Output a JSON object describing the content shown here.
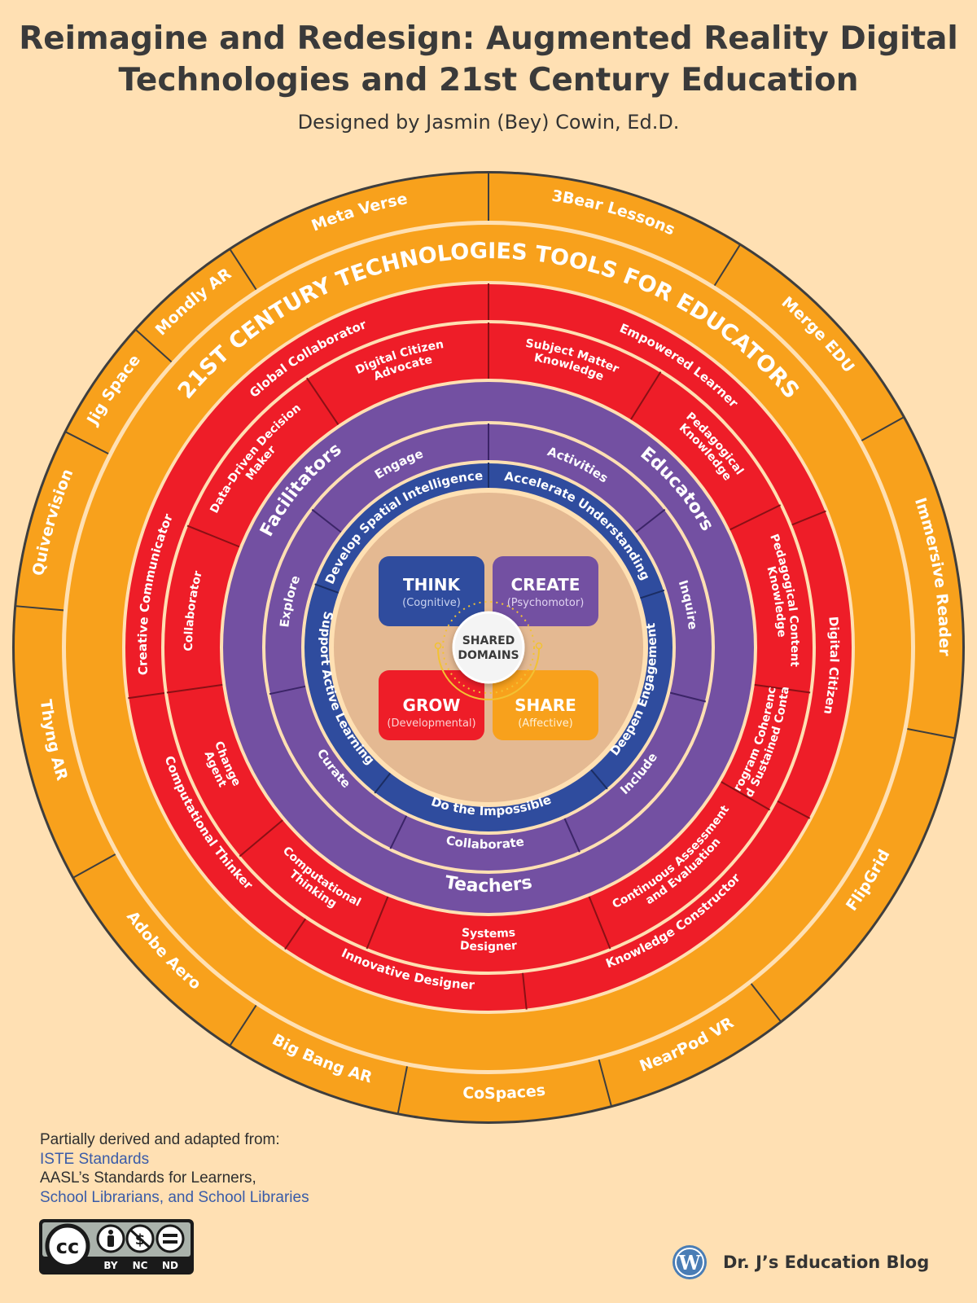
{
  "title": "Reimagine and Redesign: Augmented Reality Digital Technologies and 21st Century Education",
  "subtitle": "Designed by Jasmin (Bey) Cowin, Ed.D.",
  "colors": {
    "background": "#FFE0B3",
    "orange": "#F8A11C",
    "red": "#EE1D28",
    "purple": "#7350A2",
    "blue": "#2F4C9E",
    "core": "#E4B992",
    "yellow": "#F2C233",
    "text_dark": "#3A3A3A",
    "link": "#3A5BA8"
  },
  "rings": {
    "tools_label": "21ST CENTURY TECHNOLOGIES TOOLS FOR EDUCATORS",
    "tools": [
      "Meta Verse",
      "3Bear Lessons",
      "Merge EDU",
      "Immersive Reader",
      "FlipGrid",
      "NearPod VR",
      "CoSpaces",
      "Big Bang AR",
      "Adobe Aero",
      "Thyng AR",
      "Quivervision",
      "Jig Space",
      "Mondly AR"
    ],
    "iste_roles": [
      "Empowered Learner",
      "Digital Citizen",
      "Knowledge Constructor",
      "Innovative Designer",
      "Computational Thinker",
      "Creative Communicator",
      "Global Collaborator"
    ],
    "educator_knowledge": [
      "Subject Matter Knowledge",
      "Pedagogical Knowledge",
      "Pedagogical Content Knowledge",
      "Program Coherence and Sustained Contact",
      "Continuous Assessment and Evaluation",
      "Systems Designer",
      "Computational Thinking",
      "Change Agent",
      "Collaborator",
      "Data-Driven Decision Maker",
      "Digital Citizen Advocate"
    ],
    "roles": [
      "Educators",
      "Teachers",
      "Facilitators"
    ],
    "actions": [
      "Activities",
      "Inquire",
      "Include",
      "Collaborate",
      "Curate",
      "Explore",
      "Engage"
    ],
    "outcomes": [
      "Accelerate Understanding",
      "Deepen Engagement",
      "Do the Impossible",
      "Support Active Learning",
      "Develop Spatial Intelligence"
    ]
  },
  "domains": {
    "center_label": "SHARED DOMAINS",
    "items": [
      {
        "name": "THINK",
        "sub": "(Cognitive)"
      },
      {
        "name": "CREATE",
        "sub": "(Psychomotor)"
      },
      {
        "name": "GROW",
        "sub": "(Developmental)"
      },
      {
        "name": "SHARE",
        "sub": "(Affective)"
      }
    ]
  },
  "credits": {
    "intro": "Partially derived and adapted from:",
    "link1": "ISTE Standards",
    "line3": "AASL’s Standards for Learners,",
    "link2": "School Librarians, and School Libraries"
  },
  "license": {
    "cc": "cc",
    "badges": [
      "BY",
      "NC",
      "ND"
    ]
  },
  "blog": {
    "label": "Dr. J’s Education Blog",
    "logo_letter": "W",
    "logo_icon": "wordpress-icon"
  }
}
